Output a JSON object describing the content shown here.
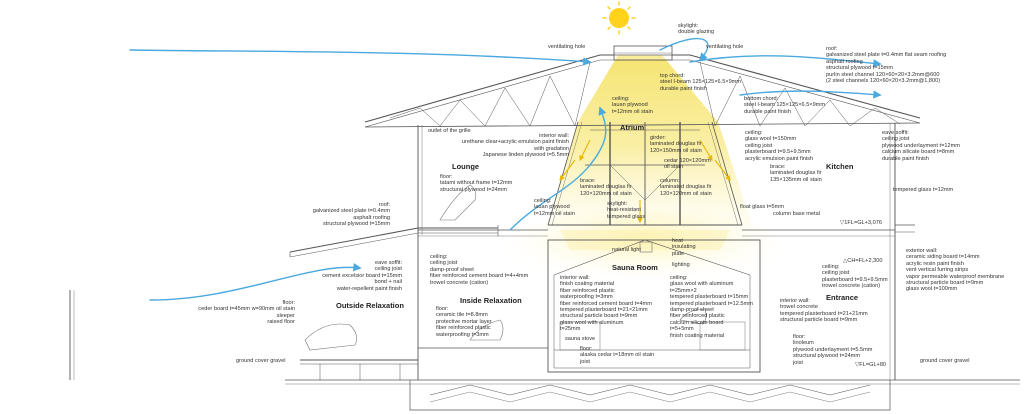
{
  "colors": {
    "light_fill": "#f7e98a",
    "light_glow": "#fff7c4",
    "sun": "#ffd21c",
    "airflow": "#4aa9df",
    "line": "#555555",
    "text": "#333333"
  },
  "rooms": {
    "atrium": "Atrium",
    "lounge": "Lounge",
    "kitchen": "Kitchen",
    "sauna": "Sauna Room",
    "outside_relaxation": "Outside Relaxation",
    "inside_relaxation": "Inside Relaxation",
    "entrance": "Entrance"
  },
  "labels": {
    "skylight": [
      "skylight:",
      "double glazing"
    ],
    "vent_left": "ventilating hole",
    "vent_right": "ventilating hole",
    "roof_main": [
      "roof:",
      "galvanized steel plate t=0.4mm flat seam roofing",
      "asphalt roofing",
      "structural plywood t=15mm",
      "purlin steel channel 120×60×20×3.2mm@600",
      "(2 steel channels 120×60×20×3.2mm@1,800)"
    ],
    "top_chord": [
      "top chord:",
      "steel I-beam 125×125×6.5×9mm",
      "durable paint finish"
    ],
    "bottom_chord": [
      "bottom chord:",
      "steel I-beam 125×125×6.5×9mm",
      "durable paint finish"
    ],
    "ceiling_lauan": [
      "ceiling:",
      "lauan plywood",
      "t=12mm oil stain"
    ],
    "outlet_grille": "outlet of the grille",
    "interior_wall_left": [
      "interior wall:",
      "urethane clear+acrylic emulsion paint finish",
      "with gradation",
      "Japanese linden plywood t=5.5mm"
    ],
    "ceiling_right": [
      "ceiling:",
      "glass wool t=150mm",
      "ceiling joist",
      "plasterboard t=9.5+9.5mm",
      "acrylic emulsion paint finish"
    ],
    "eave_soffit_right": [
      "eave soffit:",
      "ceiling joist",
      "plywood underlayment t=12mm",
      "calcium silicate board t=8mm",
      "durable paint finish"
    ],
    "girder": [
      "girder:",
      "laminated douglas fir",
      "120×150mm oil stain"
    ],
    "cedar": [
      "cedar 120×120mm",
      "oil stain"
    ],
    "brace_right": [
      "brace:",
      "laminated douglas fir",
      "135×135mm oil stain"
    ],
    "floor_lounge": [
      "floor:",
      "tatami without frame t=12mm",
      "structural plywood t=24mm"
    ],
    "brace_left": [
      "brace:",
      "laminated douglas fir",
      "120×120mm oil stain"
    ],
    "column": [
      "column:",
      "laminated douglas fir",
      "120×120mm oil stain"
    ],
    "tempered_glass_right": "tempered glass t=12mm",
    "roof_lower": [
      "roof:",
      "galvanized steel plate t=0.4mm",
      "asphalt roofing",
      "structural plywood t=15mm"
    ],
    "ceiling_lauan_2": [
      "ceiling:",
      "lauan plywood",
      "t=12mm oil stain"
    ],
    "skylight_glass": [
      "skylight:",
      "heat-resistant",
      "tempered glass"
    ],
    "float_glass": "float glass t=5mm",
    "column_base": "column base metal",
    "fl_level_1": "▽1FL=GL+3,076",
    "natural_light": "natural light",
    "heat_insulating": [
      "heat",
      "insulating",
      "plate"
    ],
    "lighting": "lighting",
    "ch_level": "△CH=FL+2,300",
    "eave_soffit_left": [
      "eave soffit:",
      "ceiling joist",
      "cement excelsior board t=15mm",
      "bond + nail",
      "water-repellent paint finish"
    ],
    "ceiling_left2": [
      "ceiling:",
      "ceiling joist",
      "damp-proof sheet",
      "fiber reinforced cement board t=4+4mm",
      "trowel concrete  (cation)"
    ],
    "interior_wall_sauna_l": [
      "interior wall:",
      "finish coating material",
      "fiber reinforced plastic",
      "waterproofing t=3mm",
      "fiber reinforced cement board t=4mm",
      "tempered plasterboard t=21×21mm",
      "structural particle board t=9mm",
      "glass wool with aluminum",
      "t=25mm"
    ],
    "ceiling_sauna": [
      "ceiling:",
      "glass wool with aluminum",
      "t=25mm×2",
      "tempered plasterboard t=15mm",
      "tempered plasterboard t=12.5mm",
      "damp-proof sheet",
      "fiber reinforced plastic",
      "calcium silicate board",
      "t=5+5mm",
      "finish coating material"
    ],
    "exterior_wall": [
      "exterior wall:",
      "ceramic siding board t=14mm",
      "acrylic resin paint finish",
      "vent vertical furring strips",
      "vapor permeable waterproof membrane",
      "structural particle board t=9mm",
      "glass wool t=100mm"
    ],
    "ceiling_entrance": [
      "ceiling:",
      "ceiling joist",
      "plasterboard t=9.5+9.5mm",
      "trowel concrete  (cation)"
    ],
    "interior_wall_entrance": [
      "interior wall:",
      "trowel concrete",
      "tempered plasterboard t=21+21mm",
      "structural particle board t=9mm"
    ],
    "floor_outside": [
      "floor:",
      "ceder board t=45mm w=90mm oil stain",
      "sleeper",
      "raised floor"
    ],
    "floor_inside": [
      "floor:",
      "ceramic tile t=8.8mm",
      "protective mortar layer",
      "fiber reinforced plastic",
      "waterproofing t=3mm"
    ],
    "sauna_stove": "sauna stove",
    "floor_sauna": [
      "floor:",
      "alaska cedar t=18mm oil stain",
      "joist"
    ],
    "floor_entrance": [
      "floor:",
      "linoleum",
      "plywood underlayment t=5.5mm",
      "structural plywood t=24mm",
      "joist"
    ],
    "ground_left": "ground cover gravel",
    "ground_right": "ground cover gravel",
    "fl_level_2": "▽FL=GL+80"
  }
}
